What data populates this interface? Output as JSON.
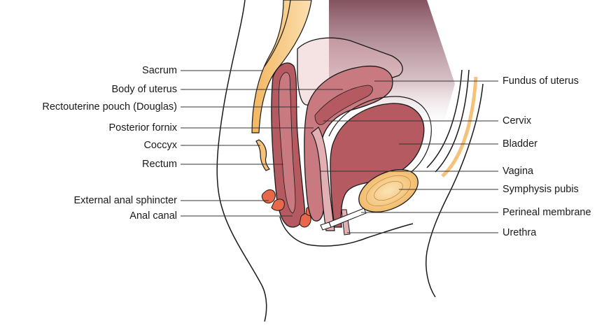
{
  "diagram": {
    "left_labels": [
      "Sacrum",
      "Body of uterus",
      "Rectouterine pouch (Douglas)",
      "Posterior fornix",
      "Coccyx",
      "Rectum",
      "External anal sphincter",
      "Anal canal"
    ],
    "right_labels": [
      "Fundus of uterus",
      "Cervix",
      "Bladder",
      "Vagina",
      "Symphysis pubis",
      "Perineal membrane",
      "Urethra"
    ]
  },
  "colors": {
    "outline": "#1a1a1a",
    "bone": "#f6c27a",
    "bone_light": "#fbe3b5",
    "muscle_dark": "#b65a62",
    "muscle_mid": "#c97a80",
    "muscle_light": "#e2b0b3",
    "pouch": "#8c5a66",
    "sphincter": "#e8694a",
    "leader": "#333333"
  }
}
